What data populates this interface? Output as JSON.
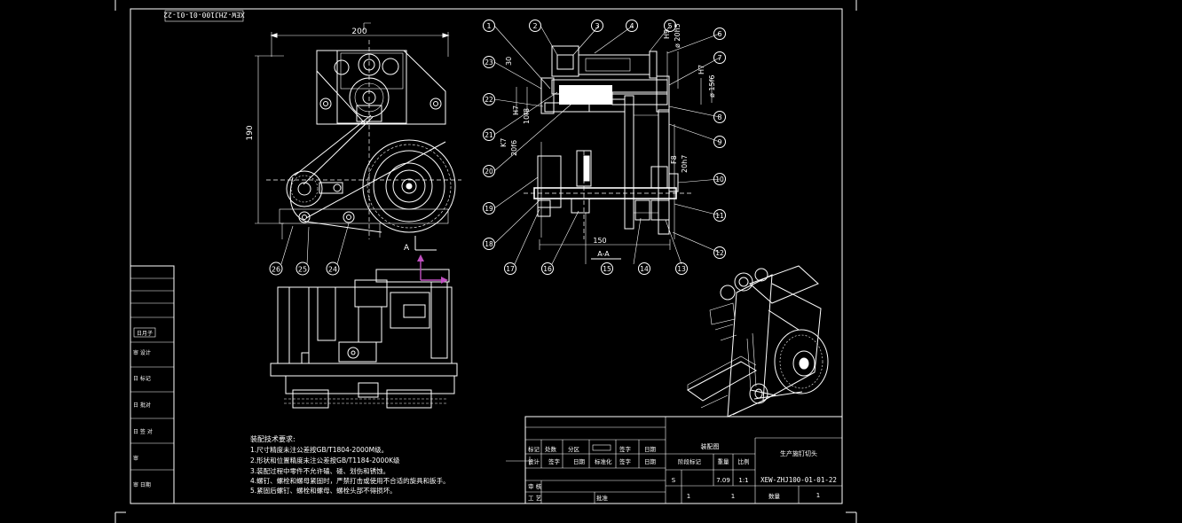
{
  "drawing": {
    "rotated_code": "XEW-ZHJ100-01-01-22",
    "dims": {
      "width_top": "200",
      "height_left": "190",
      "section_width": "150",
      "section_label": "A-A",
      "view_marker": "A"
    },
    "fits": {
      "h9_20f8": "H9",
      "fit_20h15": "ø 20h5",
      "h7": "H7",
      "fit_15f6": "ø 15f6",
      "h7_left": "H7",
      "fit_10f8": "10f8",
      "k7": "K7",
      "fit_20f6": "20f6",
      "f8": "F8",
      "fit_20h7": "20h7",
      "dim_30": "30"
    },
    "balloons_top": [
      "1",
      "2",
      "3",
      "4",
      "5",
      "6",
      "7",
      "8",
      "9",
      "10",
      "11",
      "12"
    ],
    "balloons_left": [
      "23",
      "22",
      "21",
      "20",
      "19",
      "18"
    ],
    "balloons_bottom": [
      "17",
      "16",
      "15",
      "14",
      "13"
    ],
    "balloons_frontview": [
      "26",
      "25",
      "24"
    ]
  },
  "tech_notes": {
    "heading": "装配技术要求:",
    "lines": [
      "1.尺寸精度未注公差按GB/T1804-2000M级。",
      "2.形状和位置精度未注公差按GB/T1184-2000K级",
      "3.装配过程中零件不允许磕、碰、划伤和锈蚀。",
      "4.螺钉、螺栓和螺母紧固时，严禁打击或使用不合适的旋具和扳手。",
      "5.紧固后螺钉、螺栓和螺母、螺栓头部不得损坏。"
    ]
  },
  "left_strip": {
    "rows": [
      "日月子",
      "审 设计",
      "日 标记",
      "日 批对",
      "日 签 对",
      "审",
      "审 日期"
    ]
  },
  "title_block": {
    "r1": [
      "标记",
      "处数",
      "分区",
      "",
      "签字",
      "日期"
    ],
    "r2": [
      "设计",
      "签字",
      "日期",
      "标准化",
      "签字",
      "日期"
    ],
    "r3_a": "审 核",
    "r4_a": "工 艺",
    "r4_b": "批准",
    "stage_header": "阶段标记",
    "weight_header": "重量",
    "scale_header": "比例",
    "drawing_kind": "装配图",
    "product_name": "生产施钉切头",
    "stage_value": "S",
    "weight_value": "7.09",
    "scale_value": "1:1",
    "drawing_number": "XEW-ZHJ100-01-01-22",
    "sheet_count_label": "1",
    "sheet_no_label": "1",
    "qty_label": "数量",
    "qty_value": "1"
  }
}
